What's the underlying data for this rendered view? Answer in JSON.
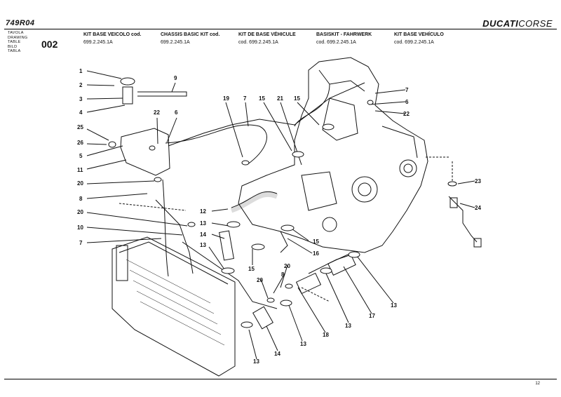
{
  "header": {
    "model_code": "749R04",
    "brand_bold": "DUCATI",
    "brand_light": "CORSE",
    "tavola_labels": [
      "TAVOLA",
      "DRAWING",
      "TABLE",
      "BILD",
      "TABLA"
    ],
    "table_number": "002",
    "kit_columns": [
      {
        "line1": "KIT BASE VEICOLO cod.",
        "line2": "699.2.245.1A"
      },
      {
        "line1": "CHASSIS BASIC KIT cod.",
        "line2": "699.2.245.1A"
      },
      {
        "line1": "KIT DE BASE VÉHICULE",
        "line2": "cod. 699.2.245.1A"
      },
      {
        "line1": "BASISKIT - FAHRWERK",
        "line2": "cod. 699.2.245.1A"
      },
      {
        "line1": "KIT BASE VEHÍCULO",
        "line2": "cod. 699.2.245.1A"
      }
    ]
  },
  "callouts": [
    "1",
    "2",
    "3",
    "4",
    "25",
    "26",
    "5",
    "11",
    "20",
    "8",
    "20",
    "10",
    "7",
    "9",
    "22",
    "6",
    "19",
    "7",
    "15",
    "21",
    "15",
    "12",
    "13",
    "14",
    "13",
    "15",
    "16",
    "15",
    "20",
    "8",
    "20",
    "18",
    "13",
    "17",
    "13",
    "14",
    "13",
    "13",
    "7",
    "6",
    "22",
    "23",
    "24"
  ],
  "footer": {
    "page_number": "12"
  }
}
